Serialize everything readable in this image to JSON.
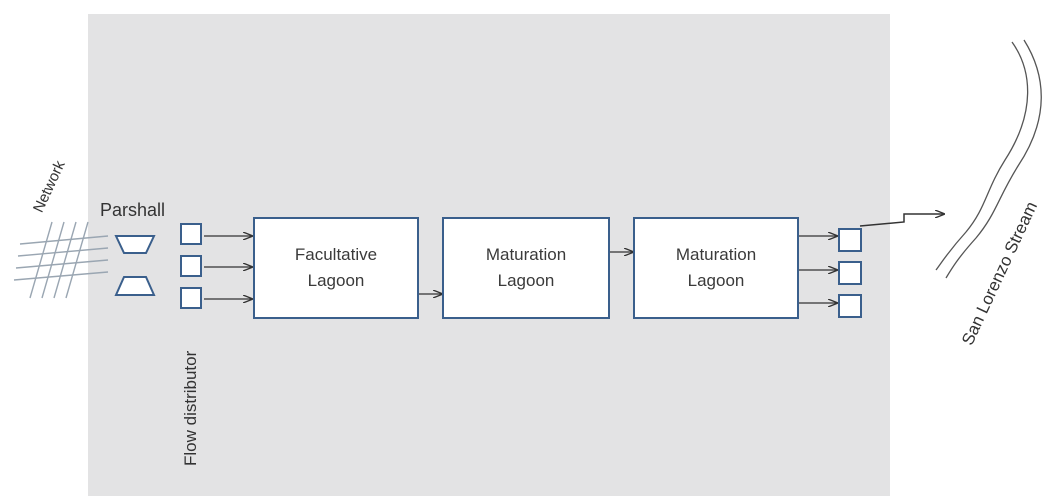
{
  "labels": {
    "network": "Network",
    "parshall": "Parshall",
    "flow_distributor": "Flow distributor",
    "stream": "San Lorenzo  Stream"
  },
  "lagoons": [
    {
      "line1": "Facultative",
      "line2": "Lagoon"
    },
    {
      "line1": "Maturation",
      "line2": "Lagoon"
    },
    {
      "line1": "Maturation",
      "line2": "Lagoon"
    }
  ],
  "colors": {
    "box_border": "#3a5f8c",
    "panel": "#e3e3e4",
    "arrow": "#333333",
    "network_lines": "#9aa6b2"
  }
}
